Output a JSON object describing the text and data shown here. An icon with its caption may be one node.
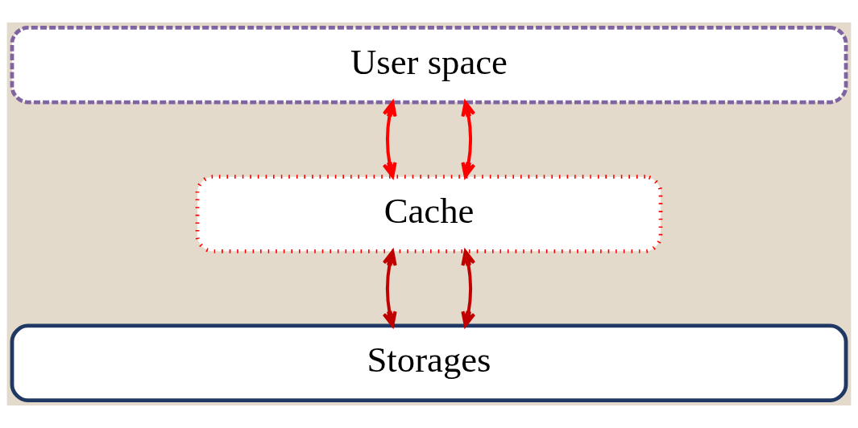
{
  "diagram": {
    "nodes": [
      {
        "text": [
          "User space"
        ]
      },
      {
        "text": [
          "Cache"
        ]
      },
      {
        "text": [
          "Storages"
        ]
      }
    ],
    "edges": [
      {
        "from": 0,
        "to": 1,
        "arrow": "both",
        "color": "#ff0000"
      },
      {
        "from": 0,
        "to": 1,
        "arrow": "both",
        "color": "#ff0000"
      },
      {
        "from": 1,
        "to": 2,
        "arrow": "both",
        "color": "#c00000"
      },
      {
        "from": 1,
        "to": 2,
        "arrow": "both",
        "color": "#c00000"
      }
    ]
  }
}
